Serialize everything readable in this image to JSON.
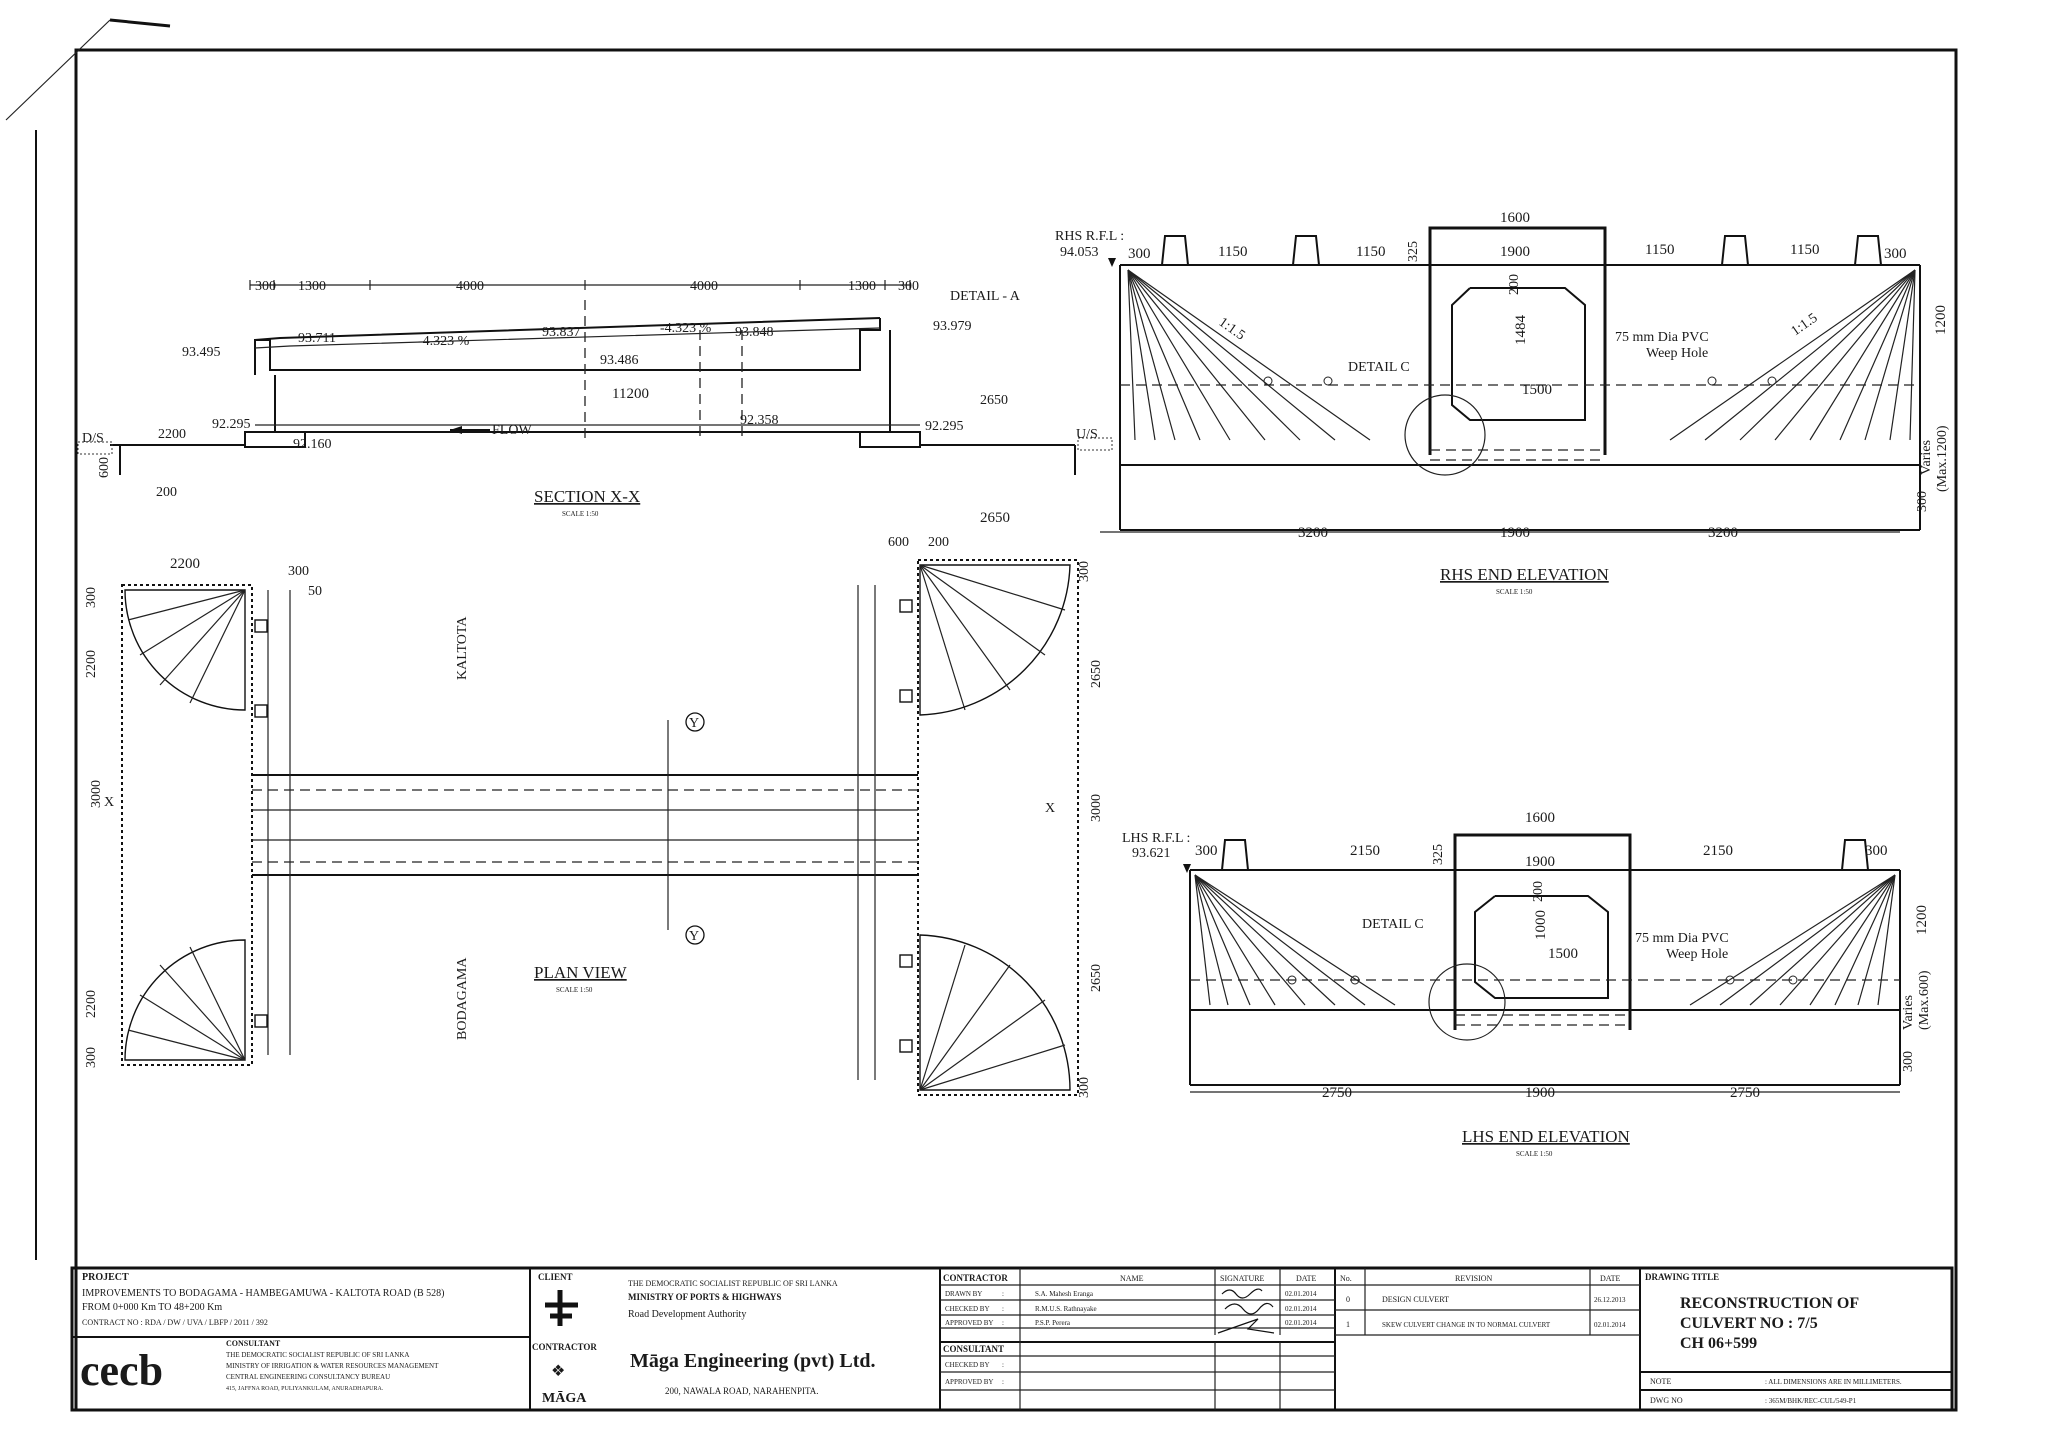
{
  "rhs_elevation": {
    "title": "RHS END ELEVATION",
    "scale": "SCALE 1:50",
    "rfl_label": "RHS R.F.L :",
    "rfl_value": "94.053",
    "top_dims": [
      "300",
      "1150",
      "1150",
      "1600",
      "1900",
      "1150",
      "1150",
      "300"
    ],
    "v_dims": [
      "325",
      "200",
      "1484",
      "1500",
      "1200"
    ],
    "varies": "Varies",
    "varies_max": "(Max.1200)",
    "base_300": "300",
    "bottom_dims": [
      "3200",
      "1900",
      "3200"
    ],
    "slope": "1:1.5",
    "detail": "DETAIL C",
    "weep_1": "75 mm Dia PVC",
    "weep_2": "Weep Hole"
  },
  "lhs_elevation": {
    "title": "LHS END ELEVATION",
    "scale": "SCALE 1:50",
    "rfl_label": "LHS R.F.L :",
    "rfl_value": "93.621",
    "top_dims": [
      "300",
      "2150",
      "1600",
      "1900",
      "2150",
      "300"
    ],
    "v_dims": [
      "325",
      "200",
      "1000",
      "1500",
      "1200"
    ],
    "varies": "Varies",
    "varies_max": "(Max.600)",
    "base_300": "300",
    "bottom_dims": [
      "2750",
      "1900",
      "2750"
    ],
    "detail": "DETAIL C",
    "weep_1": "75 mm Dia PVC",
    "weep_2": "Weep Hole"
  },
  "section": {
    "title": "SECTION X-X",
    "scale": "SCALE 1:50",
    "top_dims": [
      "300",
      "1300",
      "4000",
      "4000",
      "1300",
      "300"
    ],
    "detail_a": "DETAIL - A",
    "levels": [
      "93.495",
      "93.711",
      "93.837",
      "93.848",
      "93.979",
      "93.486",
      "92.295",
      "92.160",
      "92.358",
      "92.295"
    ],
    "grades": [
      "-4.323 %",
      "-4.323 %"
    ],
    "length": "11200",
    "right_dim": "2650",
    "left_dim": "2200",
    "ds": "D/S",
    "us": "U/S",
    "flow": "FLOW",
    "d600": "600",
    "d200": "200"
  },
  "plan": {
    "title": "PLAN VIEW",
    "scale": "SCALE 1:50",
    "kaltota": "KALTOTA",
    "bodagama": "BODAGAMA",
    "left_top_dims": [
      "2200",
      "300",
      "50"
    ],
    "left_v_dims": [
      "300",
      "2200",
      "3000",
      "2200",
      "300"
    ],
    "right_top_dims": [
      "2650",
      "600",
      "200"
    ],
    "right_v_dims": [
      "300",
      "2650",
      "3000",
      "2650",
      "300"
    ],
    "x_mark": "X",
    "y_mark": "Y"
  },
  "title_block": {
    "project_label": "PROJECT",
    "project_1": "IMPROVEMENTS TO BODAGAMA - HAMBEGAMUWA - KALTOTA ROAD (B 528)",
    "project_2": "FROM 0+000 Km TO 48+200 Km",
    "contract_no": "CONTRACT NO :  RDA / DW / UVA / LBFP / 2011 / 392",
    "consultant_label": "CONSULTANT",
    "cecb_logo": "cecb",
    "consultant_1": "THE DEMOCRATIC SOCIALIST REPUBLIC OF SRI LANKA",
    "consultant_2": "MINISTRY OF IRRIGATION & WATER RESOURCES MANAGEMENT",
    "consultant_3": "CENTRAL ENGINEERING CONSULTANCY BUREAU",
    "consultant_4": "415, JAFFNA ROAD, PULIYANKULAM, ANURADHAPURA.",
    "client_label": "CLIENT",
    "client_1": "THE DEMOCRATIC SOCIALIST REPUBLIC OF SRI LANKA",
    "client_2": "MINISTRY OF PORTS & HIGHWAYS",
    "client_3": "Road Development Authority",
    "contractor_label": "CONTRACTOR",
    "contractor_name": "Māga Engineering (pvt) Ltd.",
    "contractor_addr": "200, NAWALA ROAD, NARAHENPITA.",
    "maga_logo": "MĀGA",
    "sig_contractor": "CONTRACTOR",
    "sig_consultant": "CONSULTANT",
    "col_name": "NAME",
    "col_signature": "SIGNATURE",
    "col_date": "DATE",
    "rows": [
      {
        "role": "DRAWN BY",
        "sep": ":",
        "name": "S.A. Mahesh Eranga",
        "date": "02.01.2014"
      },
      {
        "role": "CHECKED BY",
        "sep": ":",
        "name": "R.M.U.S. Rathnayake",
        "date": "02.01.2014"
      },
      {
        "role": "APPROVED BY",
        "sep": ":",
        "name": "P.S.P. Perera",
        "date": "02.01.2014"
      }
    ],
    "cons_rows": [
      {
        "role": "CHECKED BY",
        "sep": ":"
      },
      {
        "role": "APPROVED BY",
        "sep": ":"
      }
    ],
    "rev_no_label": "No.",
    "rev_label": "REVISION",
    "rev_date_label": "DATE",
    "revisions": [
      {
        "no": "0",
        "text": "DESIGN CULVERT",
        "date": "26.12.2013"
      },
      {
        "no": "1",
        "text": "SKEW CULVERT CHANGE IN TO NORMAL CULVERT",
        "date": "02.01.2014"
      }
    ],
    "dt_label": "DRAWING TITLE",
    "dt_1": "RECONSTRUCTION OF",
    "dt_2": "CULVERT NO : 7/5",
    "dt_3": "CH 06+599",
    "note_label": "NOTE",
    "note_text": ":  ALL DIMENSIONS ARE IN MILLIMETERS.",
    "dwg_label": "DWG NO",
    "dwg_text": ":  365M/BHK/REC-CUL/549-P1"
  }
}
